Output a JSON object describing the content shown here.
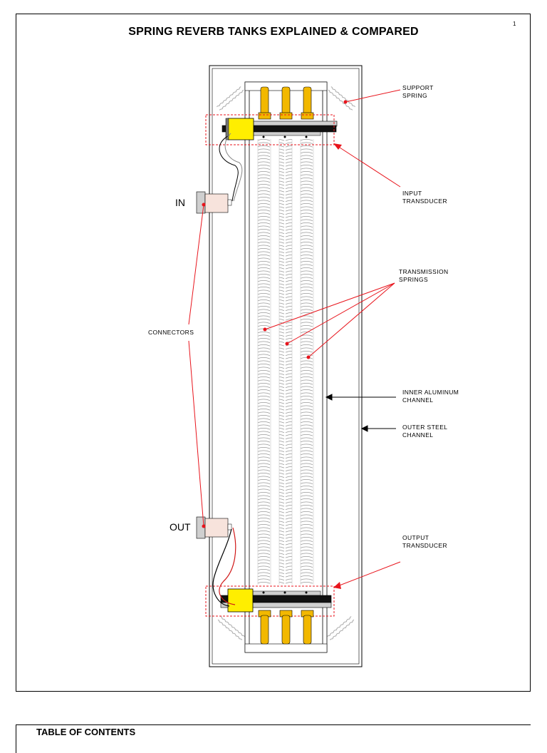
{
  "page": {
    "title": "SPRING REVERB TANKS EXPLAINED & COMPARED",
    "number": "1",
    "next_heading": "TABLE OF CONTENTS"
  },
  "labels": {
    "support_spring": [
      "SUPPORT",
      "SPRING"
    ],
    "input_transducer": [
      "INPUT",
      "TRANSDUCER"
    ],
    "transmission_springs": [
      "TRANSMISSION",
      "SPRINGS"
    ],
    "inner_channel": [
      "INNER ALUMINUM",
      "CHANNEL"
    ],
    "outer_channel": [
      "OUTER STEEL",
      "CHANNEL"
    ],
    "output_transducer": [
      "OUTPUT",
      "TRANSDUCER"
    ],
    "connectors": "CONNECTORS",
    "in": "IN",
    "out": "OUT"
  },
  "colors": {
    "callout_red": "#e8141c",
    "arrow_black": "#000000",
    "transducer_yellow": "#ffee00",
    "spring_gold": "#f2b800",
    "connector_pink": "#f7e3dc",
    "spring_gray": "#9a9a9a"
  }
}
